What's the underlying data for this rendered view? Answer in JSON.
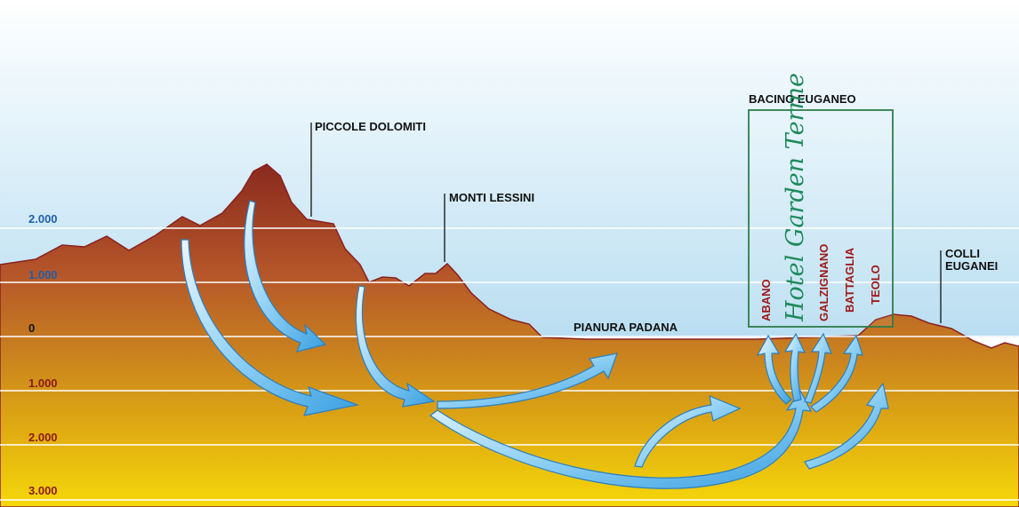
{
  "scale_labels": {
    "plus_2000": "2.000",
    "plus_1000": "1.000",
    "zero": "0",
    "minus_1000": "1.000",
    "minus_2000": "2.000",
    "minus_3000": "3.000"
  },
  "place_labels": {
    "piccole_dolomiti": "PICCOLE DOLOMITI",
    "monti_lessini": "MONTI LESSINI",
    "pianura_padana": "PIANURA PADANA",
    "bacino_euganeo": "BACINO EUGANEO",
    "colli_euganei_line1": "COLLI",
    "colli_euganei_line2": "EUGANEI"
  },
  "basin_labels": {
    "abano": "ABANO",
    "hotel": "Hotel Garden Terme",
    "galzignano": "GALZIGNANO",
    "battaglia": "BATTAGLIA",
    "teolo": "TEOLO"
  },
  "colors": {
    "positive_scale": "#1f5fa8",
    "negative_scale": "#8b1a1a",
    "mountain": "#a04a22",
    "hotel_green": "#1e8a5a",
    "arrow": "#8fd0f5"
  }
}
